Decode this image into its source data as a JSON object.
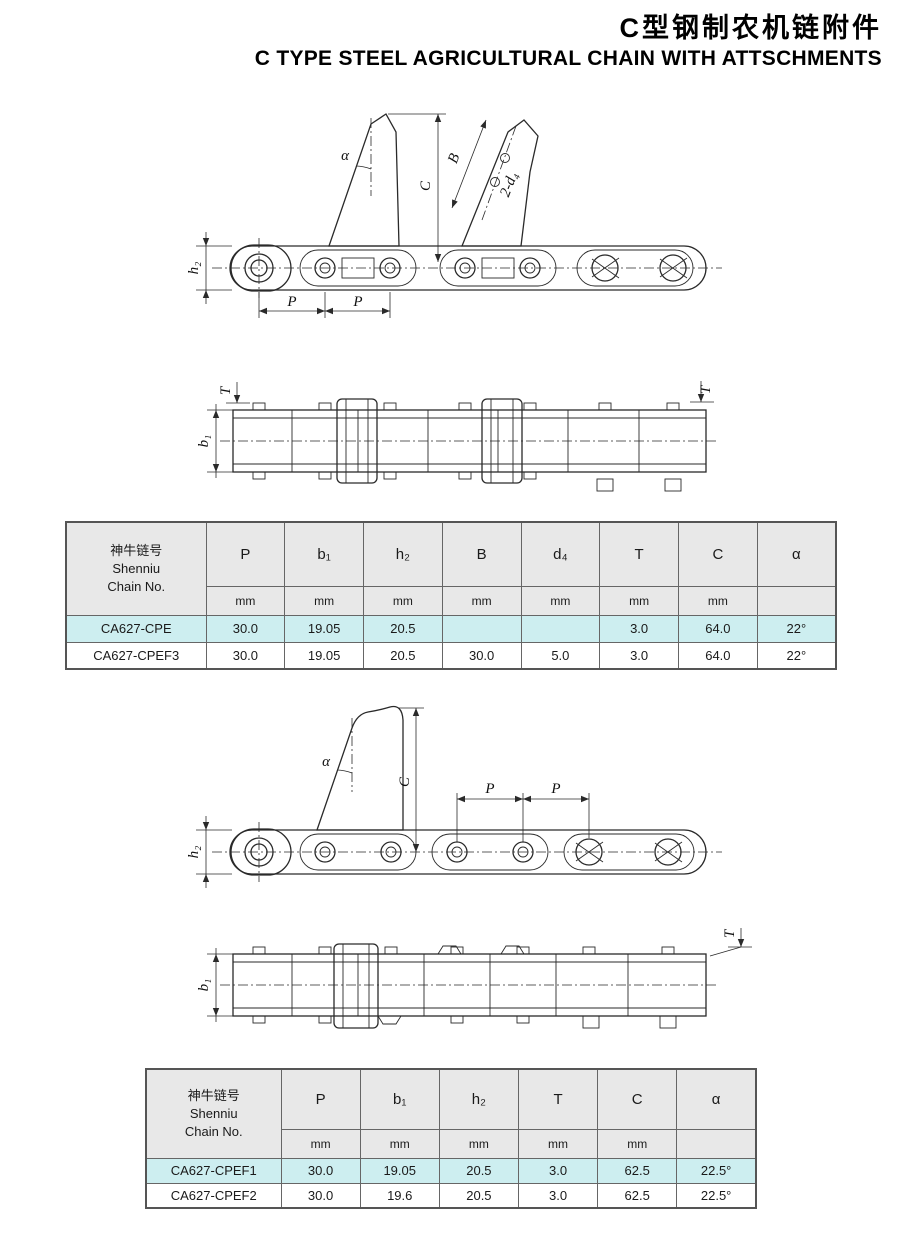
{
  "page": {
    "title_zh": "C型钢制农机链附件",
    "title_en": "C TYPE STEEL AGRICULTURAL CHAIN WITH ATTSCHMENTS"
  },
  "colors": {
    "row_highlight": "#cdeef0",
    "table_header_bg": "#e8e8e8",
    "line": "#2a2a2a"
  },
  "dims": {
    "alpha": "α",
    "B": "B",
    "C": "C",
    "two_d4": "2-d₄",
    "h2": "h₂",
    "P": "P",
    "T": "T",
    "b1": "b₁"
  },
  "table1": {
    "name_header": {
      "zh": "神牛链号",
      "en1": "Shenniu",
      "en2": "Chain No."
    },
    "columns": [
      "P",
      "b₁",
      "h₂",
      "B",
      "d₄",
      "T",
      "C",
      "α"
    ],
    "units": [
      "mm",
      "mm",
      "mm",
      "mm",
      "mm",
      "mm",
      "mm",
      ""
    ],
    "rows": [
      {
        "name": "CA627-CPE",
        "values": [
          "30.0",
          "19.05",
          "20.5",
          "",
          "",
          "3.0",
          "64.0",
          "22°"
        ]
      },
      {
        "name": "CA627-CPEF3",
        "values": [
          "30.0",
          "19.05",
          "20.5",
          "30.0",
          "5.0",
          "3.0",
          "64.0",
          "22°"
        ]
      }
    ]
  },
  "table2": {
    "name_header": {
      "zh": "神牛链号",
      "en1": "Shenniu",
      "en2": "Chain No."
    },
    "columns": [
      "P",
      "b₁",
      "h₂",
      "T",
      "C",
      "α"
    ],
    "units": [
      "mm",
      "mm",
      "mm",
      "mm",
      "mm",
      ""
    ],
    "rows": [
      {
        "name": "CA627-CPEF1",
        "values": [
          "30.0",
          "19.05",
          "20.5",
          "3.0",
          "62.5",
          "22.5°"
        ]
      },
      {
        "name": "CA627-CPEF2",
        "values": [
          "30.0",
          "19.6",
          "20.5",
          "3.0",
          "62.5",
          "22.5°"
        ]
      }
    ]
  }
}
